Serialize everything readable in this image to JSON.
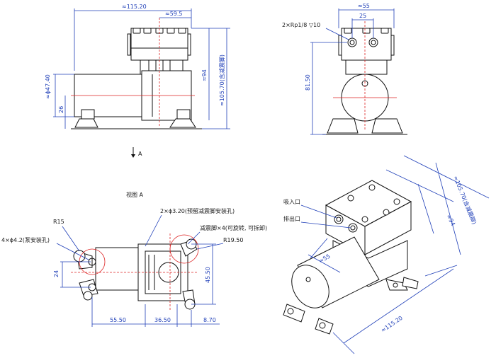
{
  "top_left": {
    "width_overall": "≈115.20",
    "width_head": "≈59.5",
    "diameter": "≈ϕ47.40",
    "height_base": "26",
    "height_body": "≈94",
    "height_total": "≈105.70(含减震脚)"
  },
  "top_right": {
    "width_overall": "≈55",
    "port_spacing": "25",
    "port_spec": "2×Rp1/8 ▽10",
    "center_height": "81.50"
  },
  "view_arrow": {
    "label": "A"
  },
  "bottom_left": {
    "title": "视图 A",
    "radius_foot": "R15",
    "hole_spec": "4×ϕ4.2(泵安装孔)",
    "screw_spec": "2×ϕ3.20(预留减震脚安装孔)",
    "damper_spec": "减震脚×4(可旋转, 可拆卸)",
    "radius_damper": "R19.50",
    "height_spacing": "24",
    "height_mount": "45.50",
    "dim_a": "55.50",
    "dim_b": "36.50",
    "dim_c": "8.70"
  },
  "bottom_right": {
    "inlet_label": "吸入口",
    "outlet_label": "排出口",
    "width_head": "≈55",
    "height_body": "≈94",
    "height_total": "≈105.70(含减震脚)",
    "length_overall": "≈115.20"
  }
}
